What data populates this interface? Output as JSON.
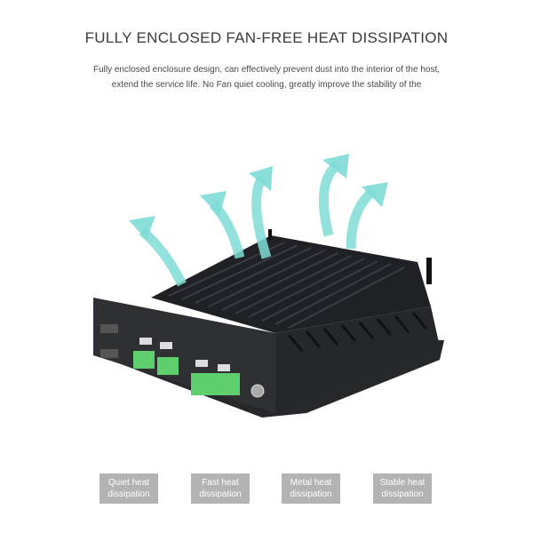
{
  "header": {
    "title": "FULLY ENCLOSED FAN-FREE HEAT DISSIPATION",
    "description": "Fully enclosed enclosure design, can effectively prevent dust into the interior of the host, extend the service life. No Fan quiet cooling, greatly improve the stability of the"
  },
  "product_image": {
    "subject": "fanless industrial mini PC with heat-sink fins",
    "arrow_color": "#7fdcd6",
    "body_color": "#2e3033",
    "terminal_color": "#5fcf6e",
    "icons": [
      "heat-flow-arrow-icon",
      "usb-port-icon",
      "serial-port-icon",
      "terminal-block-icon",
      "power-button-icon",
      "antenna-icon"
    ]
  },
  "badges": [
    {
      "line1": "Quiet heat",
      "line2": "dissipation"
    },
    {
      "line1": "Fast heat",
      "line2": "dissipation"
    },
    {
      "line1": "Metal heat",
      "line2": "dissipation"
    },
    {
      "line1": "Stable heat",
      "line2": "dissipation"
    }
  ],
  "colors": {
    "badge_bg": "#b3b3b3",
    "title_text": "#3b3b3b"
  }
}
